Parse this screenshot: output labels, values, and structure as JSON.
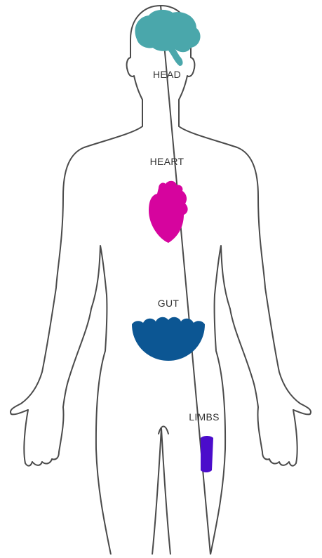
{
  "organs": {
    "head": {
      "label": "HEAD",
      "color": "#4aa7ab",
      "icon": "brain-icon"
    },
    "heart": {
      "label": "HEART",
      "color": "#d6049e",
      "icon": "heart-icon"
    },
    "gut": {
      "label": "GUT",
      "color": "#0c5693",
      "icon": "stomach-icon"
    },
    "limbs": {
      "label": "LIMBS",
      "color": "#4b0ccb",
      "icon": "bone-icon"
    }
  },
  "outline_color": "#4a4a4a"
}
